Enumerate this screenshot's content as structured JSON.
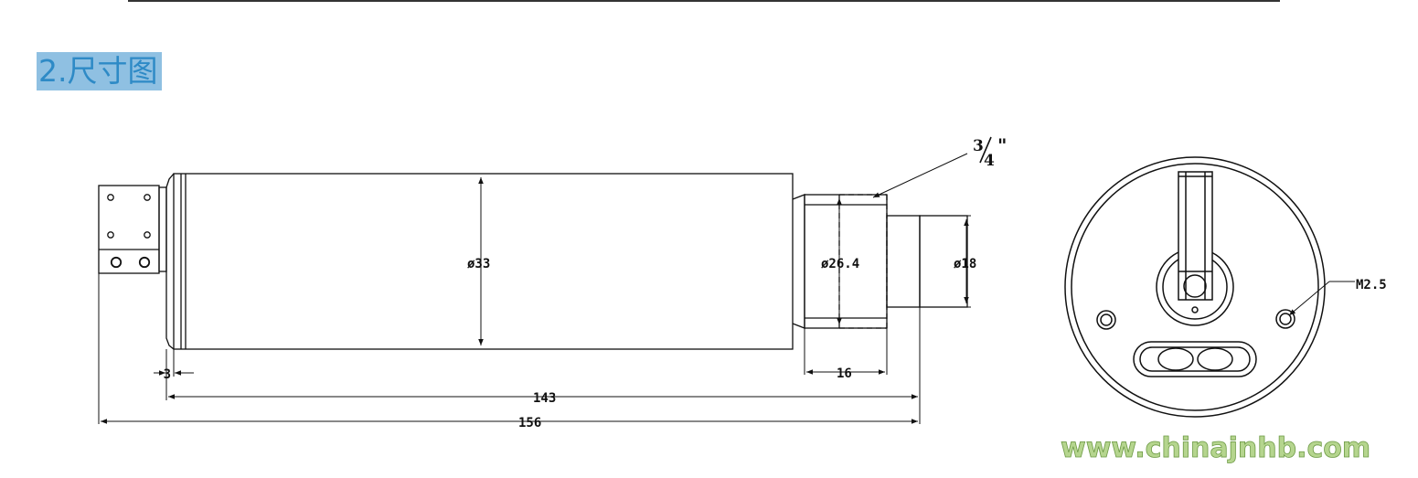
{
  "heading": "2.尺寸图",
  "dimensions": {
    "main_body_diameter": "ø33",
    "front_section_diameter": "ø26.4",
    "probe_diameter": "ø18",
    "front_section_length": "16",
    "shoulder_length": "3",
    "body_length": "143",
    "overall_length": "156"
  },
  "callouts": {
    "thread_size_num": "3",
    "thread_size_den": "4",
    "thread_size_unit": "\"",
    "screw_size": "M2.5"
  },
  "watermark": "www.chinajnhb.com"
}
